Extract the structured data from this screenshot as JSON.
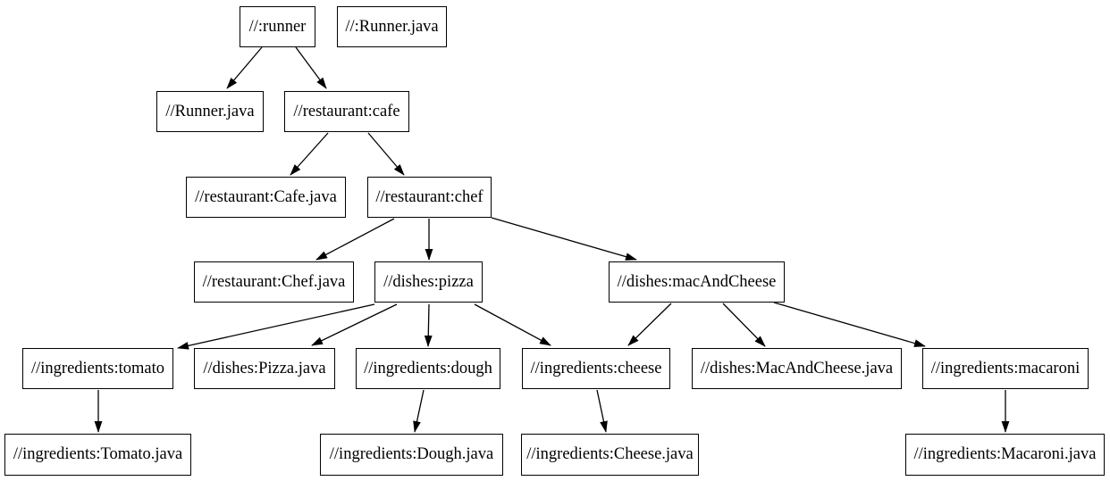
{
  "diagram": {
    "type": "dependency-graph",
    "background_color": "#ffffff",
    "node_fill_color": "#ffffff",
    "node_border_color": "#000000",
    "edge_color": "#000000",
    "text_color": "#000000",
    "nodes": [
      {
        "id": "runner",
        "label": "//:runner"
      },
      {
        "id": "runner-java-root",
        "label": "//:Runner.java"
      },
      {
        "id": "runner-java",
        "label": "//Runner.java"
      },
      {
        "id": "cafe",
        "label": "//restaurant:cafe"
      },
      {
        "id": "cafe-java",
        "label": "//restaurant:Cafe.java"
      },
      {
        "id": "chef",
        "label": "//restaurant:chef"
      },
      {
        "id": "chef-java",
        "label": "//restaurant:Chef.java"
      },
      {
        "id": "pizza",
        "label": "//dishes:pizza"
      },
      {
        "id": "mac-and-cheese",
        "label": "//dishes:macAndCheese"
      },
      {
        "id": "tomato",
        "label": "//ingredients:tomato"
      },
      {
        "id": "pizza-java",
        "label": "//dishes:Pizza.java"
      },
      {
        "id": "dough",
        "label": "//ingredients:dough"
      },
      {
        "id": "cheese",
        "label": "//ingredients:cheese"
      },
      {
        "id": "mac-and-cheese-java",
        "label": "//dishes:MacAndCheese.java"
      },
      {
        "id": "macaroni",
        "label": "//ingredients:macaroni"
      },
      {
        "id": "tomato-java",
        "label": "//ingredients:Tomato.java"
      },
      {
        "id": "dough-java",
        "label": "//ingredients:Dough.java"
      },
      {
        "id": "cheese-java",
        "label": "//ingredients:Cheese.java"
      },
      {
        "id": "macaroni-java",
        "label": "//ingredients:Macaroni.java"
      }
    ],
    "edges": [
      {
        "from": "//:runner",
        "to": "//Runner.java"
      },
      {
        "from": "//:runner",
        "to": "//restaurant:cafe"
      },
      {
        "from": "//restaurant:cafe",
        "to": "//restaurant:Cafe.java"
      },
      {
        "from": "//restaurant:cafe",
        "to": "//restaurant:chef"
      },
      {
        "from": "//restaurant:chef",
        "to": "//restaurant:Chef.java"
      },
      {
        "from": "//restaurant:chef",
        "to": "//dishes:pizza"
      },
      {
        "from": "//restaurant:chef",
        "to": "//dishes:macAndCheese"
      },
      {
        "from": "//dishes:pizza",
        "to": "//ingredients:tomato"
      },
      {
        "from": "//dishes:pizza",
        "to": "//dishes:Pizza.java"
      },
      {
        "from": "//dishes:pizza",
        "to": "//ingredients:dough"
      },
      {
        "from": "//dishes:pizza",
        "to": "//ingredients:cheese"
      },
      {
        "from": "//dishes:macAndCheese",
        "to": "//ingredients:cheese"
      },
      {
        "from": "//dishes:macAndCheese",
        "to": "//dishes:MacAndCheese.java"
      },
      {
        "from": "//dishes:macAndCheese",
        "to": "//ingredients:macaroni"
      },
      {
        "from": "//ingredients:tomato",
        "to": "//ingredients:Tomato.java"
      },
      {
        "from": "//ingredients:dough",
        "to": "//ingredients:Dough.java"
      },
      {
        "from": "//ingredients:cheese",
        "to": "//ingredients:Cheese.java"
      },
      {
        "from": "//ingredients:macaroni",
        "to": "//ingredients:Macaroni.java"
      }
    ]
  }
}
